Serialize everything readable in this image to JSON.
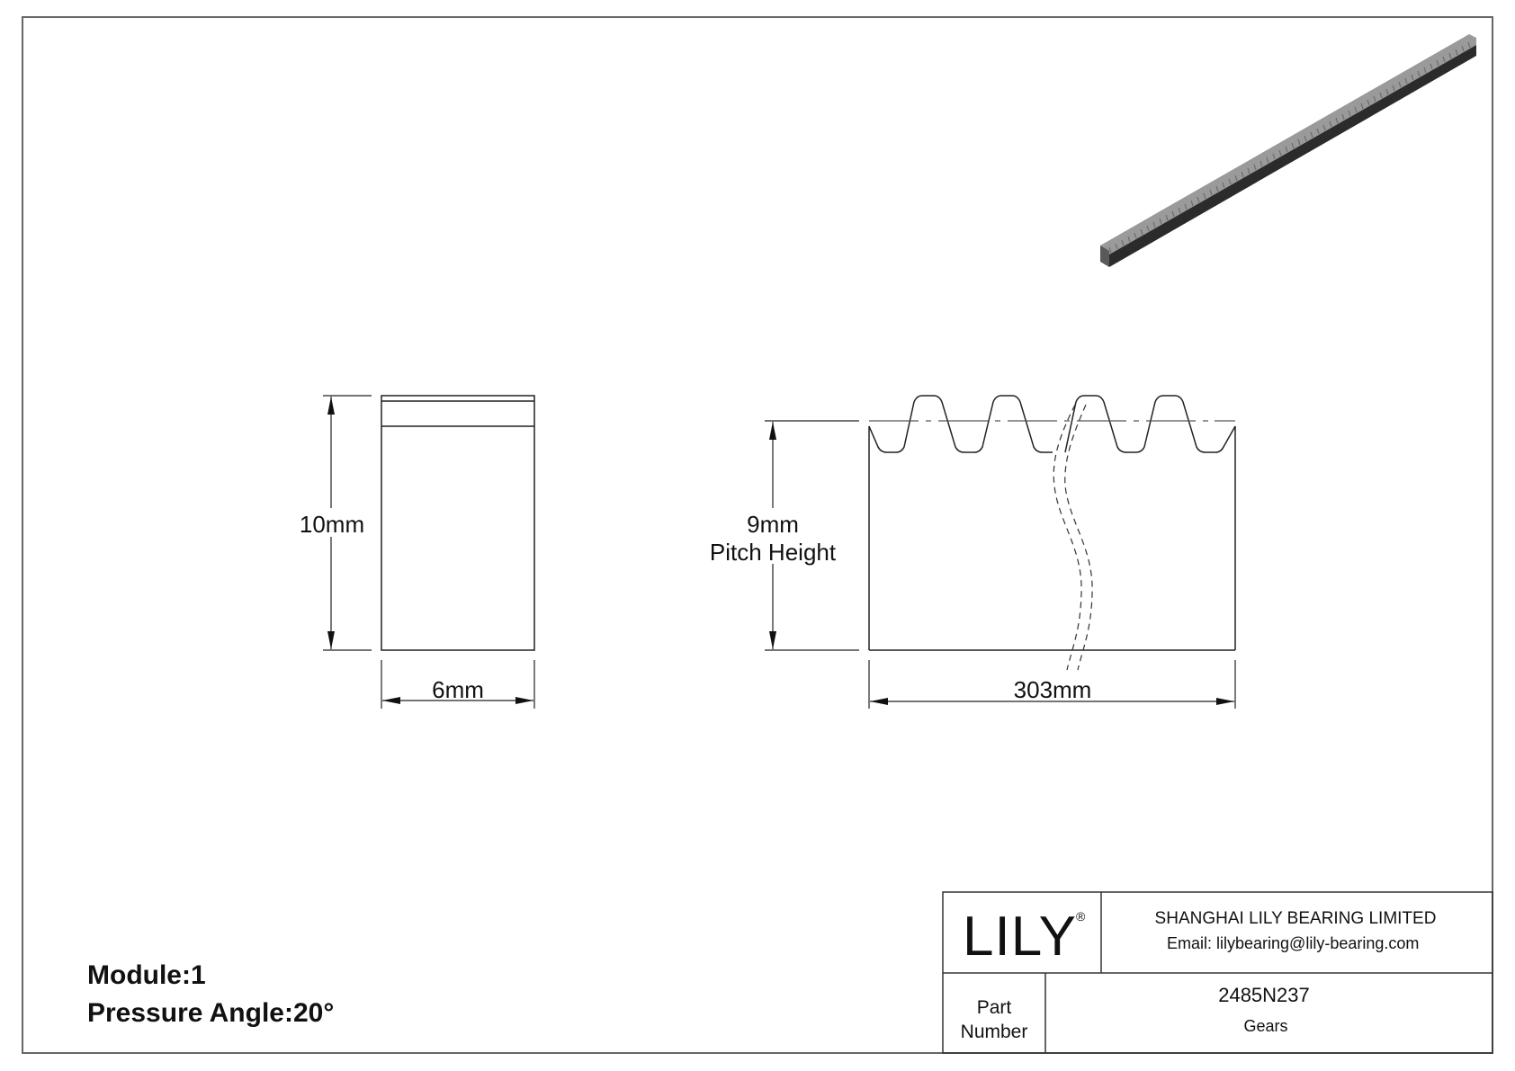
{
  "drawing": {
    "side_view": {
      "height_label": "10mm",
      "width_label": "6mm"
    },
    "front_view": {
      "pitch_height_value": "9mm",
      "pitch_height_caption": "Pitch Height",
      "length_label": "303mm"
    },
    "specs": {
      "module": "Module:1",
      "pressure_angle": "Pressure Angle:20°"
    },
    "isometric_view": {
      "part": "gear-rack",
      "colors": {
        "teeth": "#9a9a9a",
        "side": "#2b2b2b",
        "end_face": "#5a5a5a"
      }
    }
  },
  "title_block": {
    "logo": "LILY",
    "registered_mark": "®",
    "company": "SHANGHAI LILY BEARING LIMITED",
    "email": "Email: lilybearing@lily-bearing.com",
    "part_label_line1": "Part",
    "part_label_line2": "Number",
    "part_number": "2485N237",
    "category": "Gears"
  }
}
